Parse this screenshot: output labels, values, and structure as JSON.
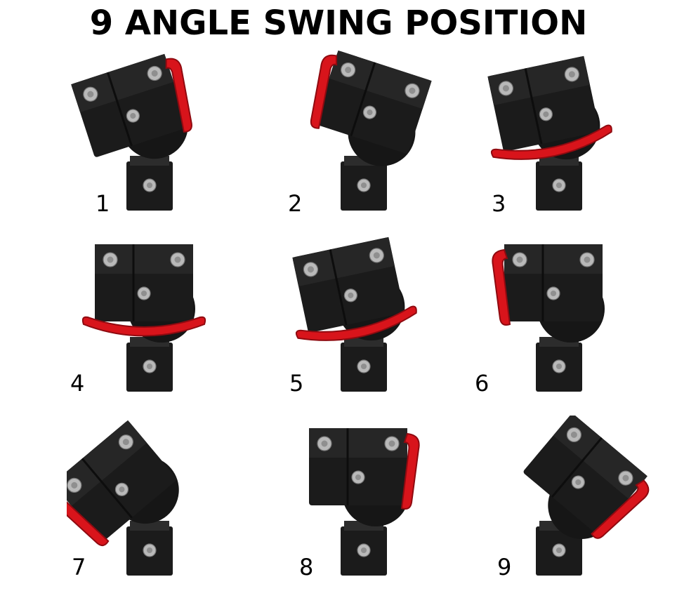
{
  "title": "9 ANGLE SWING POSITION",
  "colors": {
    "body": "#1b1b1b",
    "plate": "#262626",
    "handle": "#d8141b",
    "bolt": "#b9b9b9"
  },
  "positions": [
    {
      "label": "1"
    },
    {
      "label": "2"
    },
    {
      "label": "3"
    },
    {
      "label": "4"
    },
    {
      "label": "5"
    },
    {
      "label": "6"
    },
    {
      "label": "7"
    },
    {
      "label": "8"
    },
    {
      "label": "9"
    }
  ]
}
